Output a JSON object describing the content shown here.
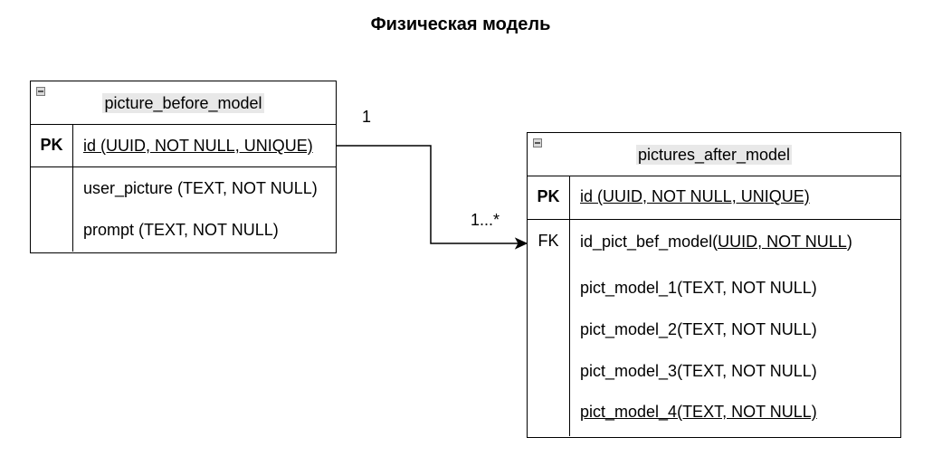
{
  "title": "Физическая модель",
  "entity_before": {
    "name": "picture_before_model",
    "pk_label": "PK",
    "pk_field": "id (UUID, NOT NULL, UNIQUE)",
    "fields": [
      "user_picture (TEXT, NOT NULL)",
      "prompt (TEXT, NOT NULL)"
    ]
  },
  "entity_after": {
    "name": "pictures_after_model",
    "pk_label": "PK",
    "pk_field": "id (UUID, NOT NULL, UNIQUE)",
    "fk_label": "FK",
    "fk_field_prefix": "id_pict_bef_model(",
    "fk_field_underlined": "UUID, NOT NULL",
    "fk_field_suffix": ")",
    "fields": [
      "pict_model_1(TEXT, NOT NULL)",
      "pict_model_2(TEXT, NOT NULL)",
      "pict_model_3(TEXT, NOT NULL)",
      "pict_model_4(TEXT, NOT NULL)"
    ]
  },
  "relationship": {
    "source_cardinality": "1",
    "target_cardinality": "1...*"
  },
  "icons": {
    "collapse": "collapse-minus-icon",
    "arrow": "arrowhead-icon"
  }
}
